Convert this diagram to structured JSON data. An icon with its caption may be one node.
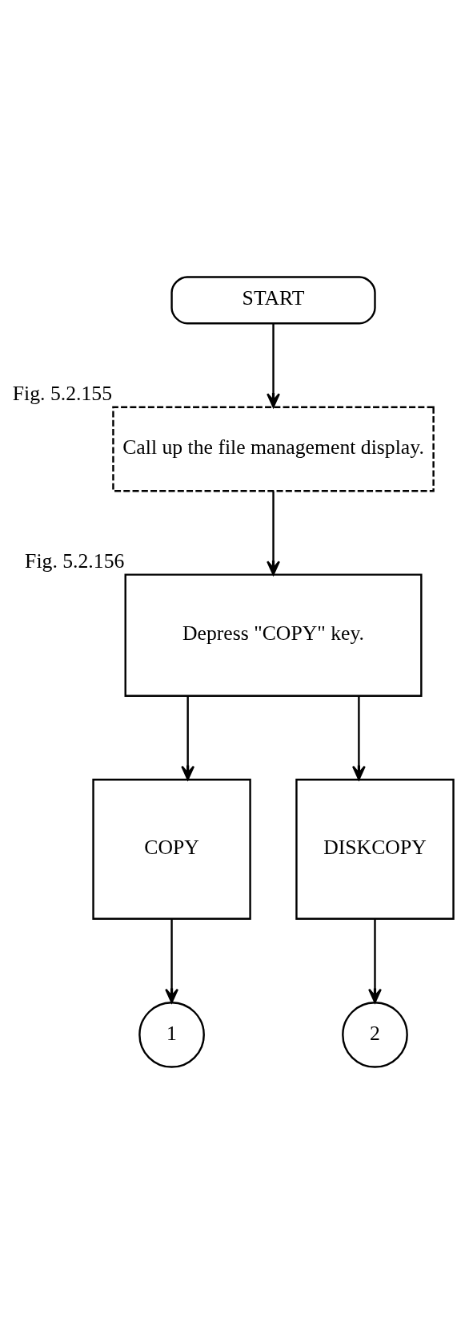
{
  "diagram": {
    "nodes": [
      {
        "text": [
          "START"
        ]
      },
      {
        "text": [
          "Call up the file management display."
        ],
        "beside": [
          "Fig. 5.2.155"
        ]
      },
      {
        "text": [
          "Depress \"COPY\" key."
        ],
        "beside": [
          "Fig. 5.2.156"
        ]
      },
      {
        "text": [
          "COPY"
        ]
      },
      {
        "text": [
          "DISKCOPY"
        ]
      },
      {
        "text": [
          "1"
        ]
      },
      {
        "text": [
          "2"
        ]
      }
    ],
    "edges": [
      {
        "from": 0,
        "to": 1,
        "arrow": "to"
      },
      {
        "from": 1,
        "to": 2,
        "arrow": "to"
      },
      {
        "from": 2,
        "to": 3,
        "arrow": "to"
      },
      {
        "from": 2,
        "to": 4,
        "arrow": "to"
      },
      {
        "from": 3,
        "to": 5,
        "arrow": "to"
      },
      {
        "from": 4,
        "to": 6,
        "arrow": "to"
      }
    ]
  }
}
